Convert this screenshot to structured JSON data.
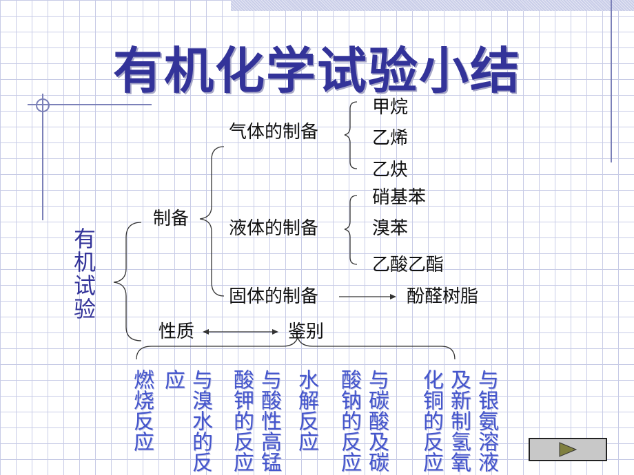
{
  "title": "有机化学试验小结",
  "root": "有机试验",
  "branches": {
    "prep": "制备",
    "properties": "性质",
    "identify": "鉴别"
  },
  "prep": {
    "gas": {
      "label": "气体的制备",
      "items": [
        "甲烷",
        "乙烯",
        "乙炔"
      ]
    },
    "liquid": {
      "label": "液体的制备",
      "items": [
        "硝基苯",
        "溴苯",
        "乙酸乙酯"
      ]
    },
    "solid": {
      "label": "固体的制备",
      "product": "酚醛树脂"
    }
  },
  "reactions": [
    "与银氨溶液及新制氢氧化铜的反应",
    "与碳酸及碳酸钠的反应",
    "水解反应",
    "与酸性高锰酸钾的反应",
    "与溴水的反应",
    "燃烧反应"
  ],
  "nav": {
    "icon": "play-right-icon"
  },
  "colors": {
    "title": "#333399",
    "reaction_text": "#4455cc",
    "grid": "#c7cbe6"
  }
}
